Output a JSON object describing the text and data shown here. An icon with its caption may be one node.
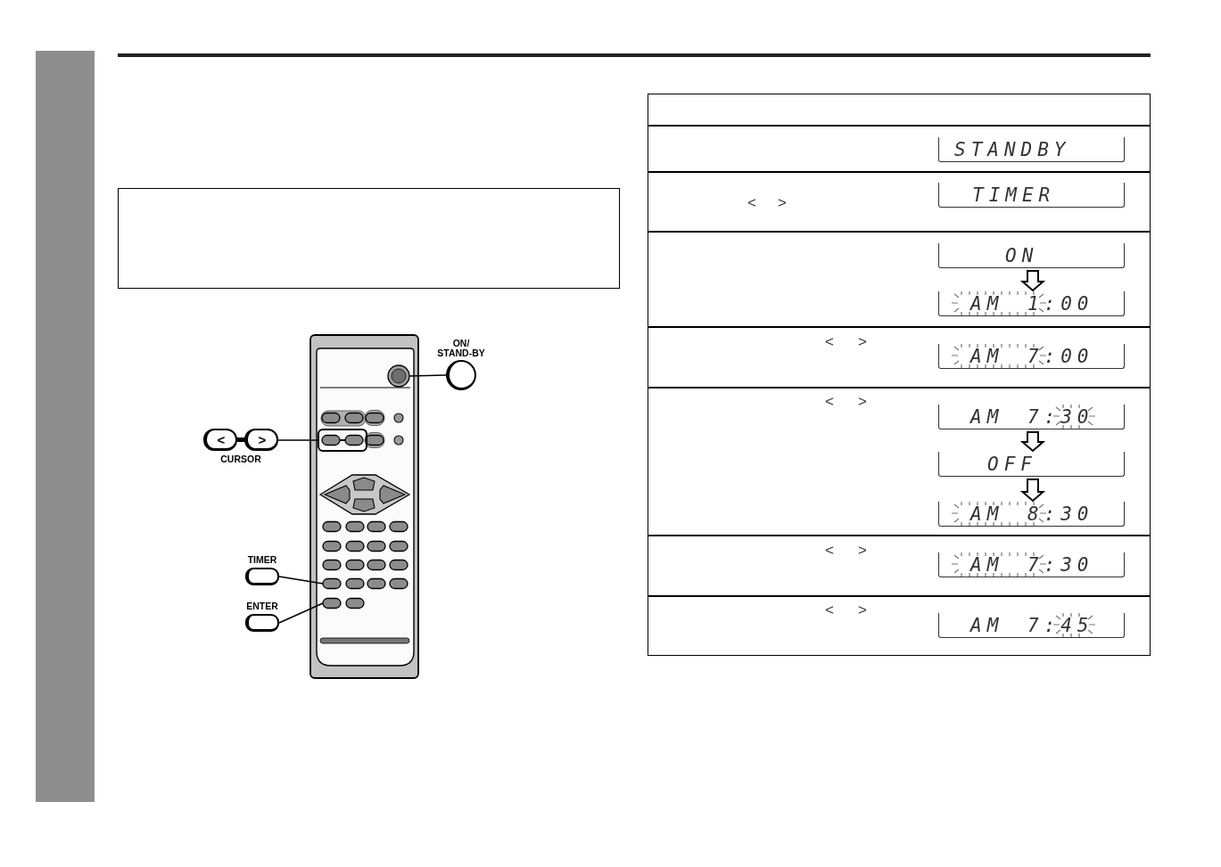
{
  "diagram": {
    "nodes": [
      {
        "text": [],
        "shape": "bar"
      },
      {
        "text": [
          "ON/ STAND-BY"
        ]
      },
      {
        "text": [],
        "shape": "circle"
      },
      {
        "text": [
          "<",
          ">",
          "CURSOR"
        ]
      },
      {
        "text": [],
        "shape": "box"
      },
      {
        "text": [
          "TIMER"
        ]
      },
      {
        "text": [],
        "shape": "oval"
      },
      {
        "text": [
          "ENTER"
        ]
      },
      {
        "text": [],
        "shape": "oval"
      },
      {
        "text": [
          "STANDBY"
        ]
      },
      {
        "text": [
          "TIMER"
        ]
      },
      {
        "text": [
          "ON"
        ]
      },
      {
        "text": [
          "AM 1:00"
        ]
      },
      {
        "text": [
          "AM 7:00"
        ]
      },
      {
        "text": [
          "AM 7:30"
        ]
      },
      {
        "text": [
          "OFF"
        ]
      },
      {
        "text": [
          "AM 8:30"
        ]
      },
      {
        "text": [
          "AM 7:30"
        ]
      },
      {
        "text": [
          "AM 7:45"
        ]
      }
    ],
    "edges": [
      {
        "from": 1,
        "to": 2,
        "arrow": "none"
      },
      {
        "from": 3,
        "to": 4,
        "arrow": "none"
      },
      {
        "from": 5,
        "to": 6,
        "arrow": "none"
      },
      {
        "from": 7,
        "to": 8,
        "arrow": "none"
      },
      {
        "from": 11,
        "to": 12,
        "arrow": "to"
      },
      {
        "from": 14,
        "to": 15,
        "arrow": "to"
      },
      {
        "from": 15,
        "to": 16,
        "arrow": "to"
      }
    ],
    "labels": [
      "<",
      ">",
      "<",
      ">",
      "<",
      ">",
      "<",
      ">",
      "<",
      ">"
    ]
  }
}
